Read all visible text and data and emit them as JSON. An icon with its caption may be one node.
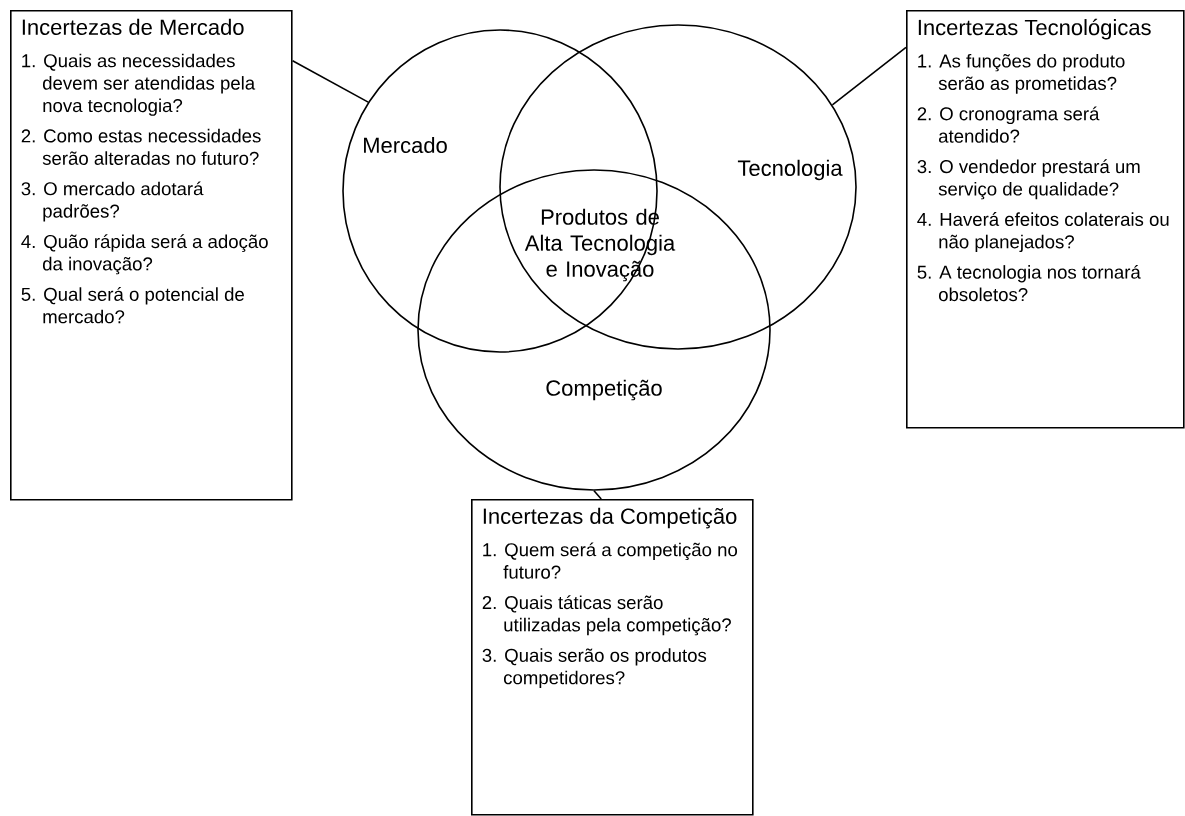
{
  "diagram": {
    "nodes": [
      {
        "text": [
          "Incertezas de Mercado",
          "1. Quais as necessidades devem ser atendidas pela nova tecnologia?",
          "2. Como estas necessidades serão alteradas no futuro?",
          "3. O mercado adotará padrões?",
          "4. Quão rápida será a adoção da inovação?",
          "5. Qual será o potencial de mercado?"
        ]
      },
      {
        "text": [
          "Incertezas Tecnológicas",
          "1. As funções do produto serão as prometidas?",
          "2. O cronograma será atendido?",
          "3. O vendedor prestará um serviço de qualidade?",
          "4. Haverá efeitos colaterais ou não planejados?",
          "5. A tecnologia nos tornará obsoletos?"
        ]
      },
      {
        "text": [
          "Incertezas da Competição",
          "1. Quem será a competição no futuro?",
          "2. Quais táticas serão utilizadas pela competição?",
          "3. Quais serão os produtos competidores?"
        ]
      },
      {
        "text": [
          "Mercado"
        ]
      },
      {
        "text": [
          "Tecnologia"
        ]
      },
      {
        "text": [
          "Competição"
        ]
      }
    ],
    "edges": [
      {
        "from": 0,
        "to": 3,
        "arrow": "none"
      },
      {
        "from": 1,
        "to": 4,
        "arrow": "none"
      },
      {
        "from": 2,
        "to": 5,
        "arrow": "none"
      }
    ],
    "labels": [
      "Produtos de Alta Tecnologia e Inovação"
    ]
  }
}
